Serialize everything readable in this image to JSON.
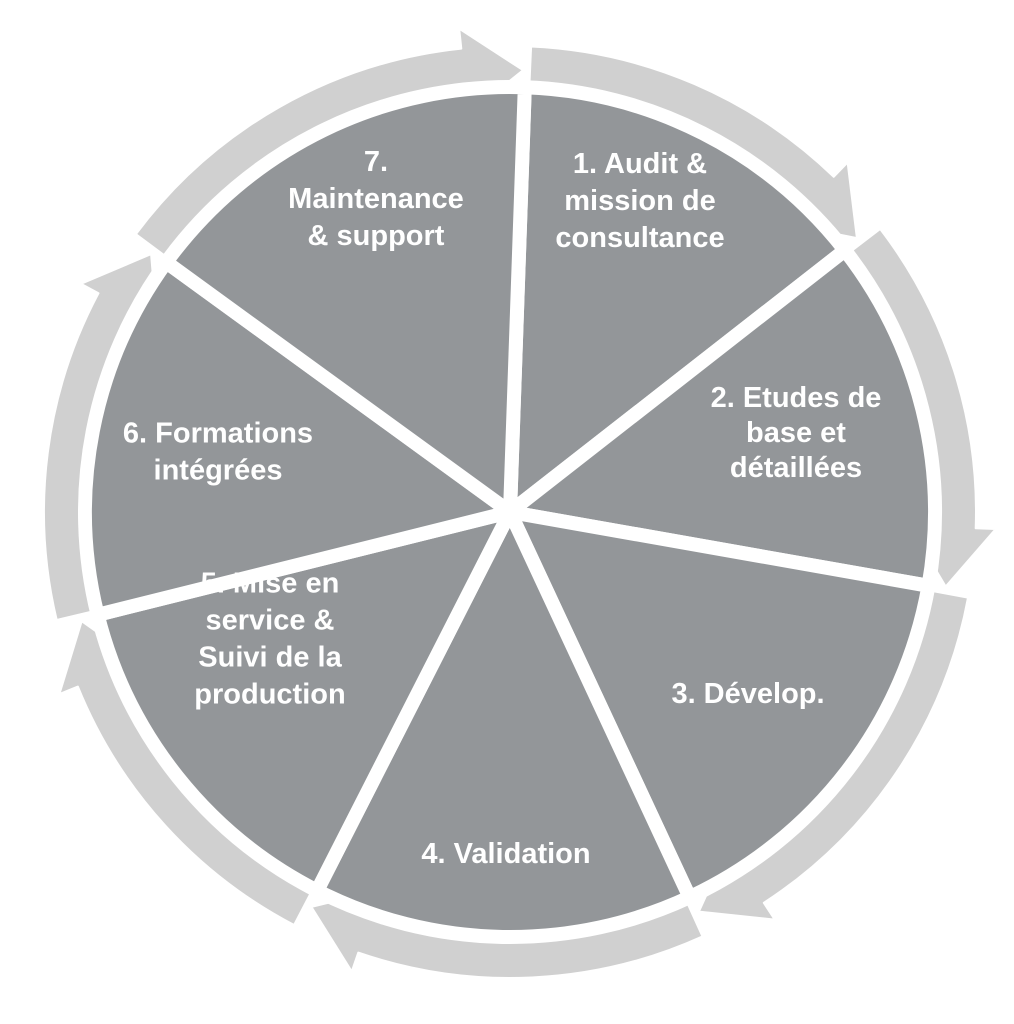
{
  "diagram": {
    "type": "cycle",
    "colors": {
      "wedge_fill": "#939699",
      "arrow_fill": "#d0d0d0",
      "label_text": "#ffffff",
      "background": "#ffffff"
    },
    "steps": [
      {
        "id": "step-1",
        "lines": [
          "1. Audit &",
          "mission de",
          "consultance"
        ]
      },
      {
        "id": "step-2",
        "lines": [
          "2. Etudes de",
          "base et",
          "détaillées"
        ]
      },
      {
        "id": "step-3",
        "lines": [
          "3. Dévelop."
        ]
      },
      {
        "id": "step-4",
        "lines": [
          "4. Validation"
        ]
      },
      {
        "id": "step-5",
        "lines": [
          "5. Mise en",
          "service &",
          "Suivi de la",
          "production"
        ]
      },
      {
        "id": "step-6",
        "lines": [
          "6. Formations",
          "intégrées"
        ]
      },
      {
        "id": "step-7",
        "lines": [
          "7.",
          "Maintenance",
          "& support"
        ]
      }
    ]
  }
}
